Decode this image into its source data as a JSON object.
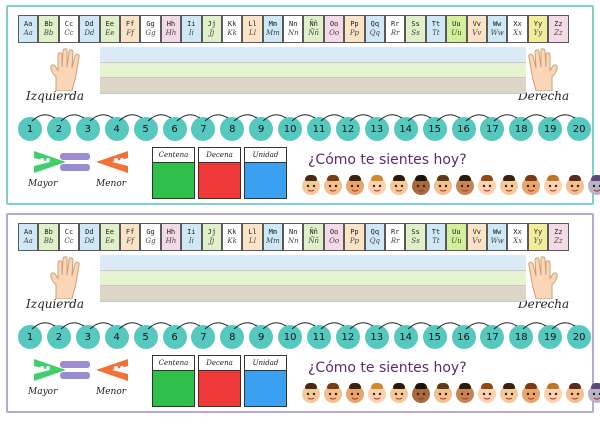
{
  "alphabet": [
    {
      "u": "Aa",
      "c": "Aa",
      "color": "#cfe8f5"
    },
    {
      "u": "Bb",
      "c": "Bb",
      "color": "#e0f0c8"
    },
    {
      "u": "Cc",
      "c": "Cc",
      "color": "#ffffff"
    },
    {
      "u": "Dd",
      "c": "Dd",
      "color": "#cfe8f5"
    },
    {
      "u": "Ee",
      "c": "Ee",
      "color": "#e0f0c8"
    },
    {
      "u": "Ff",
      "c": "Ff",
      "color": "#fbe3c8"
    },
    {
      "u": "Gg",
      "c": "Gg",
      "color": "#ffffff"
    },
    {
      "u": "Hh",
      "c": "Hh",
      "color": "#f4d9e6"
    },
    {
      "u": "Ii",
      "c": "Ii",
      "color": "#cfe8f5"
    },
    {
      "u": "Jj",
      "c": "Jj",
      "color": "#e0f0c8"
    },
    {
      "u": "Kk",
      "c": "Kk",
      "color": "#ffffff"
    },
    {
      "u": "Ll",
      "c": "Ll",
      "color": "#fbe3c8"
    },
    {
      "u": "Mm",
      "c": "Mm",
      "color": "#cfe8f5"
    },
    {
      "u": "Nn",
      "c": "Nn",
      "color": "#ffffff"
    },
    {
      "u": "Ññ",
      "c": "Ññ",
      "color": "#e0f0c8"
    },
    {
      "u": "Oo",
      "c": "Oo",
      "color": "#f4d9e6"
    },
    {
      "u": "Pp",
      "c": "Pp",
      "color": "#fbe3c8"
    },
    {
      "u": "Qq",
      "c": "Qq",
      "color": "#cfe8f5"
    },
    {
      "u": "Rr",
      "c": "Rr",
      "color": "#ffffff"
    },
    {
      "u": "Ss",
      "c": "Ss",
      "color": "#e0f0c8"
    },
    {
      "u": "Tt",
      "c": "Tt",
      "color": "#cfe8f5"
    },
    {
      "u": "Uu",
      "c": "Uu",
      "color": "#d4ef9a"
    },
    {
      "u": "Vv",
      "c": "Vv",
      "color": "#fbe3c8"
    },
    {
      "u": "Ww",
      "c": "Ww",
      "color": "#cfe8f5"
    },
    {
      "u": "Xx",
      "c": "Xx",
      "color": "#ffffff"
    },
    {
      "u": "Yy",
      "c": "Yy",
      "color": "#f3ec9a"
    },
    {
      "u": "Zz",
      "c": "Zz",
      "color": "#f4d9e6"
    }
  ],
  "left_label": "Izquierda",
  "right_label": "Derecha",
  "numbers": [
    "1",
    "2",
    "3",
    "4",
    "5",
    "6",
    "7",
    "8",
    "9",
    "10",
    "11",
    "12",
    "13",
    "14",
    "15",
    "16",
    "17",
    "18",
    "19",
    "20"
  ],
  "greater_label": "Mayor",
  "less_label": "Menor",
  "place_value": [
    {
      "label": "Centena",
      "color": "#2fbf4b"
    },
    {
      "label": "Decena",
      "color": "#f03a3a"
    },
    {
      "label": "Unidad",
      "color": "#3aa0ef"
    }
  ],
  "feelings_question": "¿Cómo te sientes hoy?",
  "faces": [
    {
      "skin": "#f6c99a",
      "hair": "#4a2a12"
    },
    {
      "skin": "#f3bf8f",
      "hair": "#7a3a10"
    },
    {
      "skin": "#e9a46a",
      "hair": "#3b2210"
    },
    {
      "skin": "#ffd3b0",
      "hair": "#d08a2a"
    },
    {
      "skin": "#f6c99a",
      "hair": "#2a1a0a"
    },
    {
      "skin": "#a86a3a",
      "hair": "#1e120a"
    },
    {
      "skin": "#f3bf8f",
      "hair": "#5a3a1a"
    },
    {
      "skin": "#c78552",
      "hair": "#2a1a0a"
    },
    {
      "skin": "#ffd3b0",
      "hair": "#8a4a18"
    },
    {
      "skin": "#f6c99a",
      "hair": "#3b2210"
    },
    {
      "skin": "#e9a46a",
      "hair": "#7a3a10"
    },
    {
      "skin": "#ffd3b0",
      "hair": "#c0762a"
    },
    {
      "skin": "#f3bf8f",
      "hair": "#5a2a1a"
    },
    {
      "skin": "#b9b2c8",
      "hair": "#5a4a7a"
    }
  ],
  "colors": {
    "teal_circle": "#55c9be",
    "border_top": "#7fd0c6",
    "border_bottom": "#b9a7d6",
    "gt_green": "#3fcf6a",
    "gt_orange": "#f2703a",
    "gt_purple": "#9b8ccf"
  }
}
